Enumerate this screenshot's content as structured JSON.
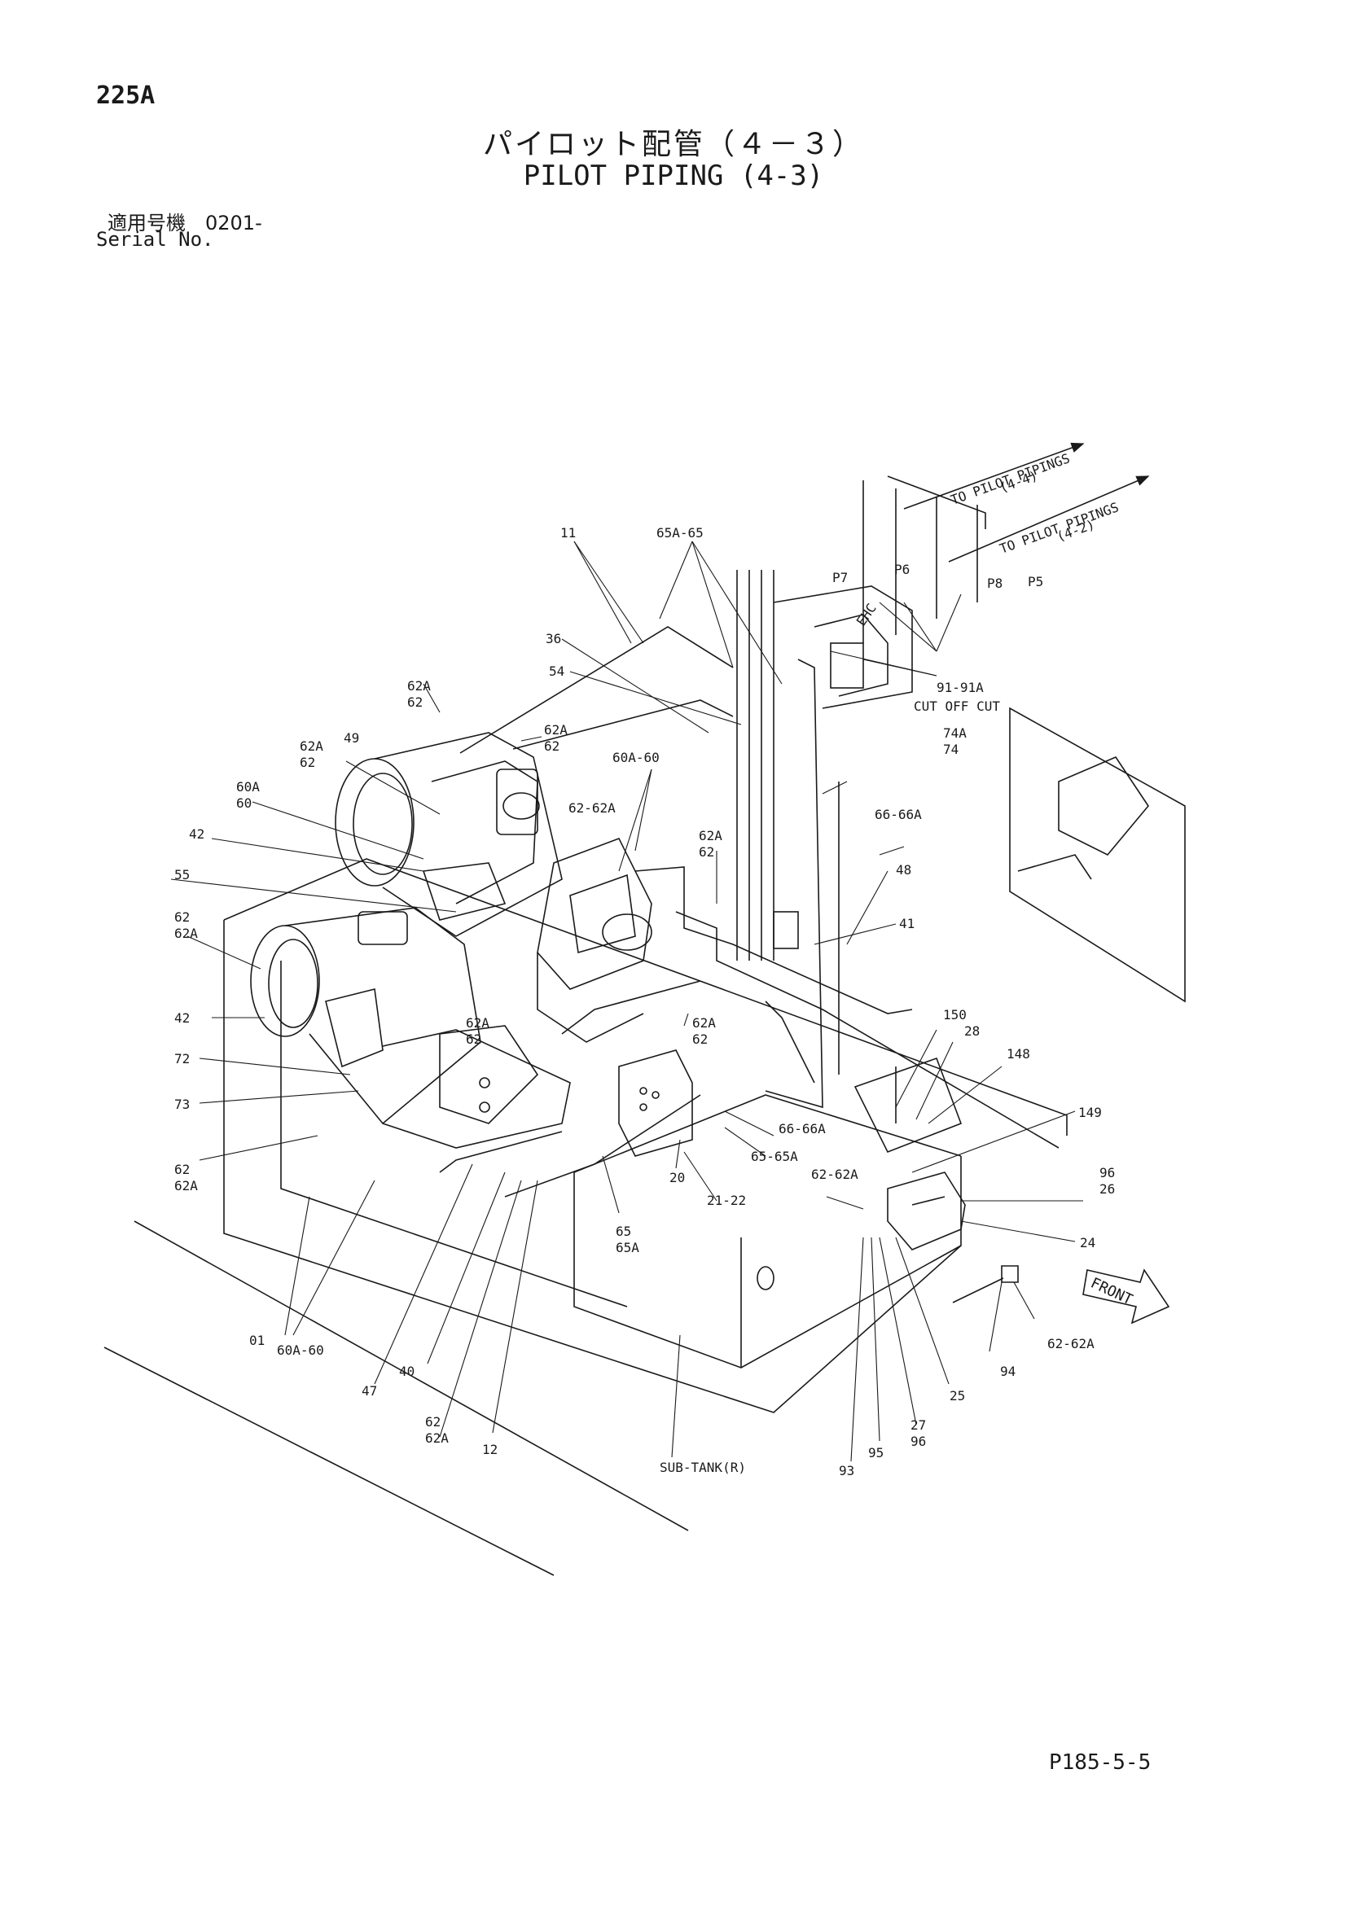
{
  "header": {
    "page_code": "225A",
    "title_ja": "パイロット配管（４－３）",
    "title_en": "PILOT PIPING (4-3)",
    "serial_label_ja": "適用号機　0201-",
    "serial_label_en": "Serial No."
  },
  "footer": {
    "page_number": "P185-5-5"
  },
  "diagram": {
    "arrows": {
      "to_pilot_4_4_a": "TO PILOT PIPINGS",
      "to_pilot_4_4_b": "(4-4)",
      "to_pilot_4_2_a": "TO PILOT PIPINGS",
      "to_pilot_4_2_b": "(4-2)"
    },
    "ports": {
      "p5": "P5",
      "p6": "P6",
      "p7": "P7",
      "p8": "P8",
      "ehc": "EHC",
      "cut_off": "CUT OFF CUT"
    },
    "front": "FRONT",
    "sub_tank": "SUB-TANK(R)",
    "callouts": {
      "c11": "11",
      "c65a_65_top": "65A-65",
      "c36": "36",
      "c54": "54",
      "c62a_1": "62A",
      "c62_1": "62",
      "c62a_2": "62A",
      "c62_2": "62",
      "c62a_3": "62A",
      "c62_3": "62",
      "c49": "49",
      "c60a_60_a": "60A-60",
      "c60a": "60A",
      "c60": "60",
      "c62_62a_mid": "62-62A",
      "c42_top": "42",
      "c55": "55",
      "c62a_4": "62A",
      "c62_4": "62",
      "c62_left": "62",
      "c62a_left": "62A",
      "c42_mid": "42",
      "c72": "72",
      "c73": "73",
      "c62_bl": "62",
      "c62a_bl": "62A",
      "c91_91a": "91-91A",
      "c74a": "74A",
      "c74": "74",
      "c66_66a_top": "66-66A",
      "c48": "48",
      "c41": "41",
      "c62a_5": "62A",
      "c62_5": "62",
      "c62a_6": "62A",
      "c62_6": "62",
      "c150": "150",
      "c28": "28",
      "c148": "148",
      "c149": "149",
      "c66_66a_mid": "66-66A",
      "c65_65a_mid": "65-65A",
      "c20": "20",
      "c21_22": "21-22",
      "c65": "65",
      "c65a": "65A",
      "c62_62a_r": "62-62A",
      "c96_top": "96",
      "c26": "26",
      "c24": "24",
      "c01": "01",
      "c60a_60_b": "60A-60",
      "c47": "47",
      "c40": "40",
      "c62_b": "62",
      "c62a_b": "62A",
      "c12": "12",
      "c93": "93",
      "c95": "95",
      "c27": "27",
      "c96_b": "96",
      "c25": "25",
      "c94": "94",
      "c62_62a_br": "62-62A"
    }
  }
}
